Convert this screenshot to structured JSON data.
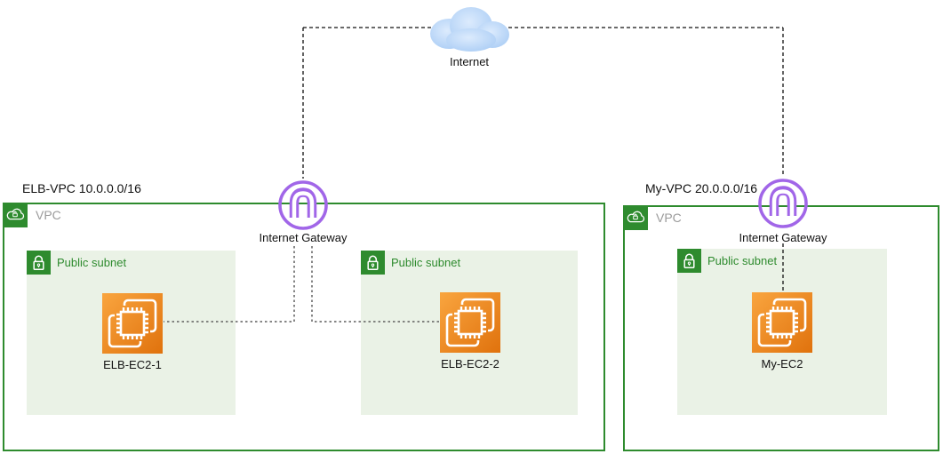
{
  "internet": {
    "label": "Internet"
  },
  "vpcs": [
    {
      "title": "ELB-VPC 10.0.0.0/16",
      "tag": "VPC",
      "igw": {
        "label": "Internet Gateway"
      },
      "subnets": [
        {
          "label": "Public subnet",
          "instances": [
            {
              "label": "ELB-EC2-1"
            }
          ]
        },
        {
          "label": "Public subnet",
          "instances": [
            {
              "label": "ELB-EC2-2"
            }
          ]
        }
      ]
    },
    {
      "title": "My-VPC 20.0.0.0/16",
      "tag": "VPC",
      "igw": {
        "label": "Internet Gateway"
      },
      "subnets": [
        {
          "label": "Public subnet",
          "instances": [
            {
              "label": "My-EC2"
            }
          ]
        }
      ]
    }
  ],
  "icons": {
    "internet": "cloud-icon",
    "internet_gateway": "internet-gateway-icon",
    "vpc": "vpc-cloud-lock-icon",
    "public_subnet": "open-lock-icon",
    "ec2": "ec2-chip-icon"
  },
  "colors": {
    "vpc_green": "#2E8B2E",
    "subnet_bg": "#EAF2E6",
    "vpc_tag_gray": "#9B9B9B",
    "igw_purple": "#A166E8",
    "ec2_orange_light": "#F9A53F",
    "ec2_orange_dark": "#E0720D",
    "cloud_blue_light": "#DCEBFD",
    "cloud_blue": "#A6CAF4",
    "connector_dark": "#111111",
    "connector_gray": "#5F5F5F"
  }
}
